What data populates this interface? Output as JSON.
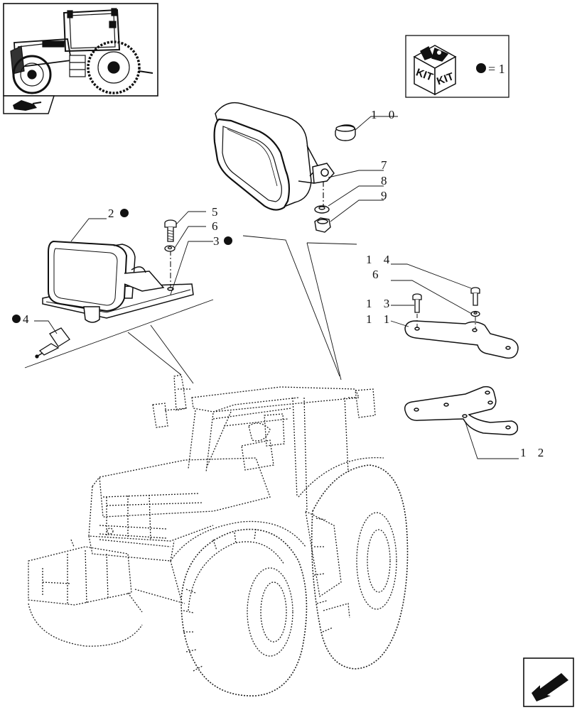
{
  "callouts": {
    "c1": "2",
    "c2": "5",
    "c3": "6",
    "c4": "3",
    "c5": "4",
    "c6": "1 0",
    "c7": "7",
    "c8": "8",
    "c9": "9",
    "c10": "1 4",
    "c11": "6",
    "c12": "1 3",
    "c13": "1 1",
    "c14": "1 2"
  },
  "kit_box": {
    "label_1": "KIT",
    "label_2": "KIT",
    "legend": "= 1"
  },
  "icons": {
    "thumbnail": "tractor-thumbnail-icon",
    "nav_corner": "tractor-nav-icon",
    "kit": "kit-box-icon",
    "kit_marker": "filled-dot",
    "next_page": "arrow-next-icon"
  },
  "colors": {
    "line": "#111111",
    "dotted": "#222222"
  }
}
